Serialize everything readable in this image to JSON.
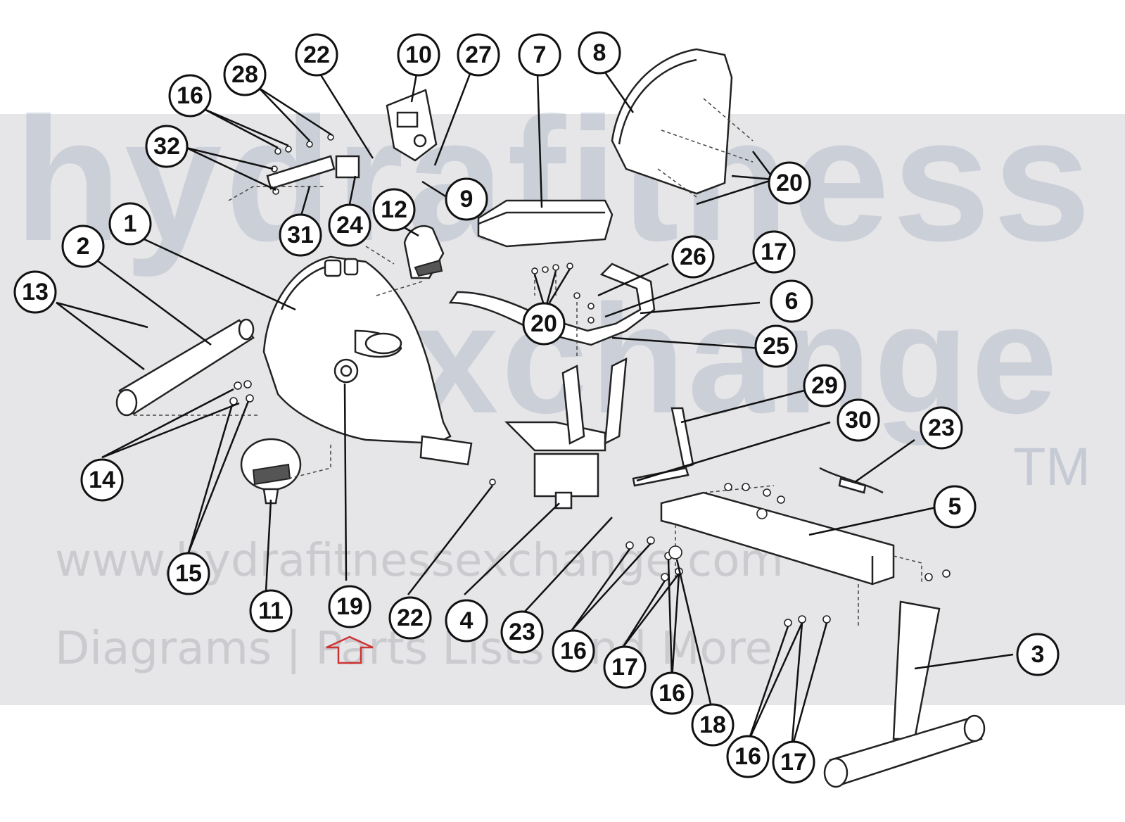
{
  "watermark": {
    "brand_word_1": "hydra",
    "brand_word_2": "fitness",
    "brand_word_3": "exchange",
    "trademark": "TM",
    "url": "www.hydrafitnessexchange.com",
    "tagline": "Diagrams | Parts Lists And More"
  },
  "colors": {
    "watermark_band": "#e6e6e8",
    "arrow": "#cc3333",
    "line_art": "#111111"
  },
  "callouts": [
    {
      "id": "c22a",
      "label": "22"
    },
    {
      "id": "c10",
      "label": "10"
    },
    {
      "id": "c27",
      "label": "27"
    },
    {
      "id": "c7",
      "label": "7"
    },
    {
      "id": "c8",
      "label": "8"
    },
    {
      "id": "c28",
      "label": "28"
    },
    {
      "id": "c16a",
      "label": "16"
    },
    {
      "id": "c32",
      "label": "32"
    },
    {
      "id": "c20a",
      "label": "20"
    },
    {
      "id": "c9",
      "label": "9"
    },
    {
      "id": "c12",
      "label": "12"
    },
    {
      "id": "c24",
      "label": "24"
    },
    {
      "id": "c31",
      "label": "31"
    },
    {
      "id": "c1",
      "label": "1"
    },
    {
      "id": "c2",
      "label": "2"
    },
    {
      "id": "c13",
      "label": "13"
    },
    {
      "id": "c26",
      "label": "26"
    },
    {
      "id": "c17a",
      "label": "17"
    },
    {
      "id": "c6",
      "label": "6"
    },
    {
      "id": "c20b",
      "label": "20"
    },
    {
      "id": "c25",
      "label": "25"
    },
    {
      "id": "c29",
      "label": "29"
    },
    {
      "id": "c30",
      "label": "30"
    },
    {
      "id": "c23a",
      "label": "23"
    },
    {
      "id": "c14",
      "label": "14"
    },
    {
      "id": "c5",
      "label": "5"
    },
    {
      "id": "c15",
      "label": "15"
    },
    {
      "id": "c11",
      "label": "11"
    },
    {
      "id": "c19",
      "label": "19"
    },
    {
      "id": "c22b",
      "label": "22"
    },
    {
      "id": "c4",
      "label": "4"
    },
    {
      "id": "c23b",
      "label": "23"
    },
    {
      "id": "c16b",
      "label": "16"
    },
    {
      "id": "c17b",
      "label": "17"
    },
    {
      "id": "c16c",
      "label": "16"
    },
    {
      "id": "c18",
      "label": "18"
    },
    {
      "id": "c3",
      "label": "3"
    },
    {
      "id": "c16d",
      "label": "16"
    },
    {
      "id": "c17c",
      "label": "17"
    }
  ],
  "icons": {
    "highlight_arrow": "up-arrow-icon"
  }
}
